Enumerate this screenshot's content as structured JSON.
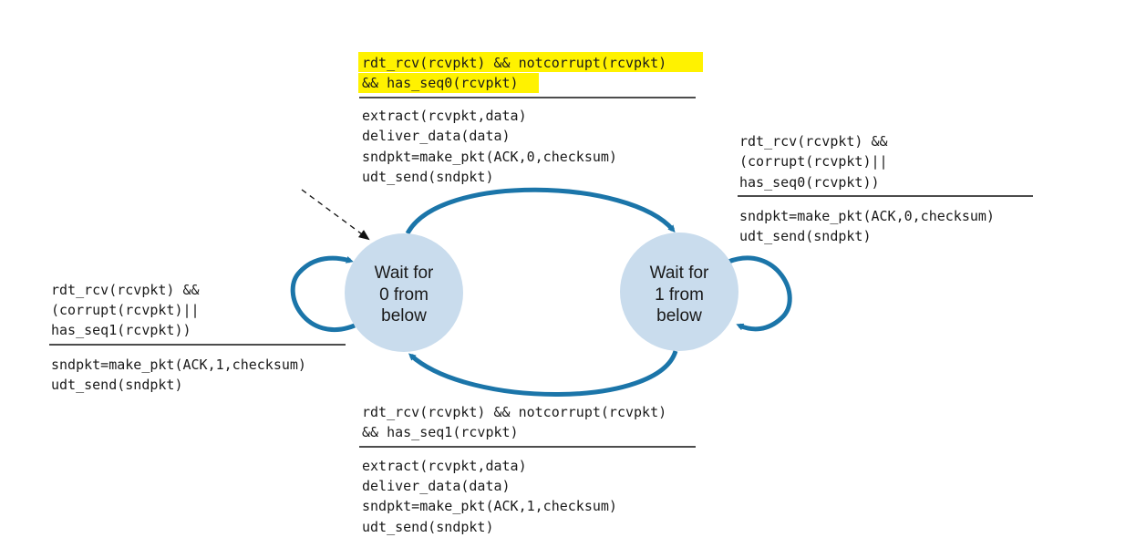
{
  "colors": {
    "state_fill": "#c9dced",
    "arrow": "#1b75a9",
    "highlight": "#fff200",
    "text": "#1a1a1a"
  },
  "states": {
    "wait0": {
      "line1": "Wait for",
      "line2": "0 from",
      "line3": "below"
    },
    "wait1": {
      "line1": "Wait for",
      "line2": "1 from",
      "line3": "below"
    }
  },
  "transitions": {
    "top": {
      "event": [
        "rdt_rcv(rcvpkt) && notcorrupt(rcvpkt)",
        "&& has_seq0(rcvpkt)"
      ],
      "actions": [
        "extract(rcvpkt,data)",
        "deliver_data(data)",
        "sndpkt=make_pkt(ACK,0,checksum)",
        "udt_send(sndpkt)"
      ],
      "highlighted": true
    },
    "right": {
      "event": [
        "rdt_rcv(rcvpkt) &&",
        "(corrupt(rcvpkt)||",
        "has_seq0(rcvpkt))"
      ],
      "actions": [
        "sndpkt=make_pkt(ACK,0,checksum)",
        "udt_send(sndpkt)"
      ]
    },
    "left": {
      "event": [
        "rdt_rcv(rcvpkt) &&",
        "(corrupt(rcvpkt)||",
        "has_seq1(rcvpkt))"
      ],
      "actions": [
        "sndpkt=make_pkt(ACK,1,checksum)",
        "udt_send(sndpkt)"
      ]
    },
    "bottom": {
      "event": [
        "rdt_rcv(rcvpkt) && notcorrupt(rcvpkt)",
        "&& has_seq1(rcvpkt)"
      ],
      "actions": [
        "extract(rcvpkt,data)",
        "deliver_data(data)",
        "sndpkt=make_pkt(ACK,1,checksum)",
        "udt_send(sndpkt)"
      ]
    }
  }
}
